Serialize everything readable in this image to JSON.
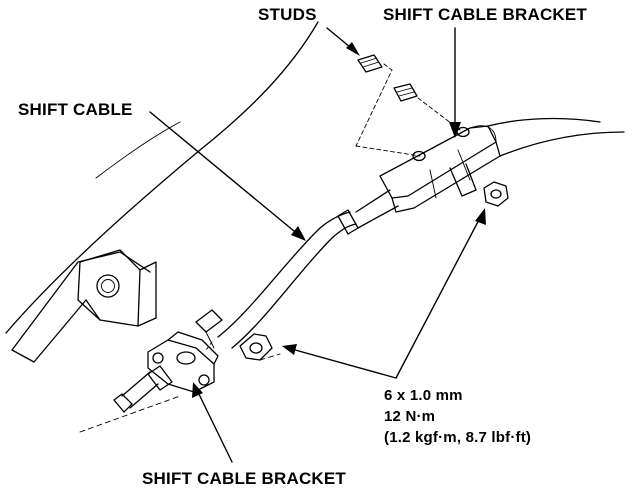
{
  "labels": {
    "studs": "STUDS",
    "shift_cable_bracket_top": "SHIFT CABLE BRACKET",
    "shift_cable": "SHIFT CABLE",
    "shift_cable_bracket_bottom": "SHIFT CABLE BRACKET"
  },
  "torque_spec": {
    "size": "6 x 1.0 mm",
    "torque_nm": "12 N·m",
    "torque_alt": "(1.2 kgf·m, 8.7 lbf·ft)"
  }
}
